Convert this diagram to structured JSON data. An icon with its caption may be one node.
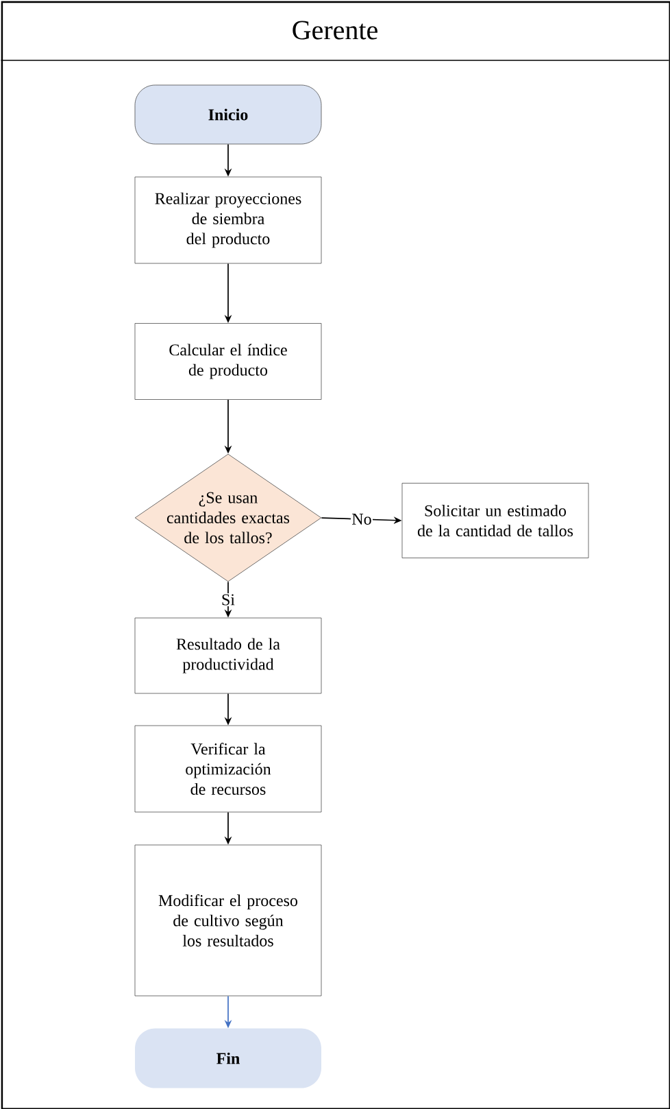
{
  "diagram": {
    "nodes": [
      {
        "text": [
          "Gerente"
        ]
      },
      {
        "text": [
          "Inicio"
        ],
        "in": 0
      },
      {
        "text": [
          "Realizar proyecciones de siembra del producto"
        ],
        "in": 0
      },
      {
        "text": [
          "Calcular el índice de producto"
        ],
        "in": 0
      },
      {
        "text": [
          "¿Se usan cantidades exactas de los tallos?"
        ],
        "in": 0
      },
      {
        "text": [
          "Solicitar un estimado de la cantidad de tallos"
        ],
        "in": 0
      },
      {
        "text": [
          "Resultado de la productividad"
        ],
        "in": 0
      },
      {
        "text": [
          "Verificar la optimización de recursos"
        ],
        "in": 0
      },
      {
        "text": [
          "Modificar el proceso de cultivo según los resultados"
        ],
        "in": 0
      },
      {
        "text": [
          "Fin"
        ],
        "in": 0
      }
    ],
    "edges": [
      {
        "from": 1,
        "to": 2,
        "arrow": "to"
      },
      {
        "from": 2,
        "to": 3,
        "arrow": "to"
      },
      {
        "from": 3,
        "to": 4,
        "arrow": "to"
      },
      {
        "from": 4,
        "to": 5,
        "arrow": "to",
        "label": "No"
      },
      {
        "from": 4,
        "to": 6,
        "arrow": "to",
        "label": "Si"
      },
      {
        "from": 6,
        "to": 7,
        "arrow": "to"
      },
      {
        "from": 7,
        "to": 8,
        "arrow": "to"
      },
      {
        "from": 8,
        "to": 9,
        "arrow": "to",
        "color": "#4472c4"
      }
    ]
  }
}
